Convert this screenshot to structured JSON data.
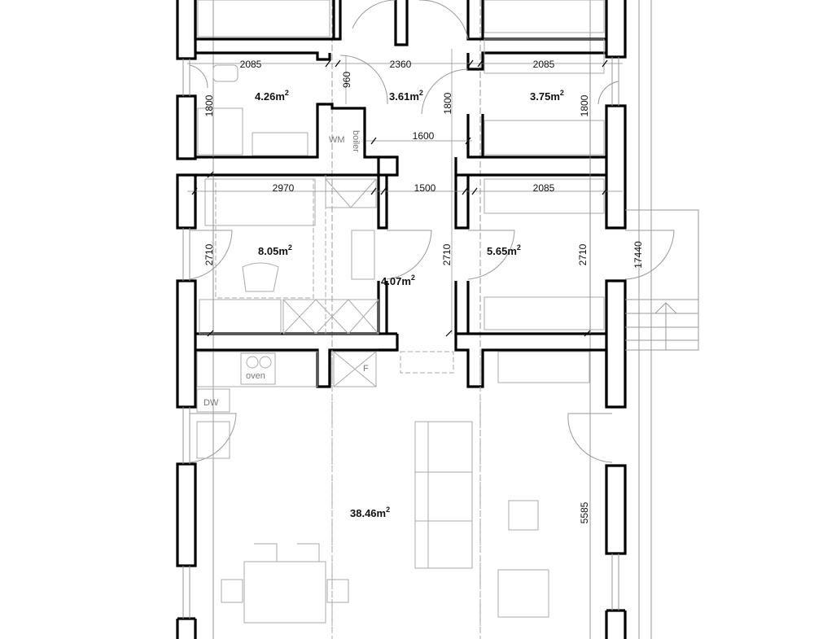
{
  "areas": {
    "bathroom": {
      "value": "4.26",
      "unit": "m",
      "exp": "2"
    },
    "hall_top": {
      "value": "3.61",
      "unit": "m",
      "exp": "2"
    },
    "closet_right": {
      "value": "3.75",
      "unit": "m",
      "exp": "2"
    },
    "bedroom_left": {
      "value": "8.05",
      "unit": "m",
      "exp": "2"
    },
    "corridor": {
      "value": "4.07",
      "unit": "m",
      "exp": "2"
    },
    "bedroom_right": {
      "value": "5.65",
      "unit": "m",
      "exp": "2"
    },
    "living": {
      "value": "38.46",
      "unit": "m",
      "exp": "2"
    }
  },
  "dimensions": {
    "bath_width": "2085",
    "hall_width": "2360",
    "closet_width": "2085",
    "hall_depth": "960",
    "bath_depth": "1800",
    "hall_depth2": "1800",
    "closet_depth": "1800",
    "corridor_narrow": "1600",
    "bed_left_width": "2970",
    "corridor_width": "1500",
    "bed_right_width": "2085",
    "bed_left_depth": "2710",
    "corridor_depth": "2710",
    "bed_right_depth": "2710",
    "total_length": "17440",
    "living_window": "5585"
  },
  "labels": {
    "washing_machine": "WM",
    "boiler": "boiler",
    "oven": "oven",
    "dishwasher": "DW",
    "fridge": "F"
  }
}
